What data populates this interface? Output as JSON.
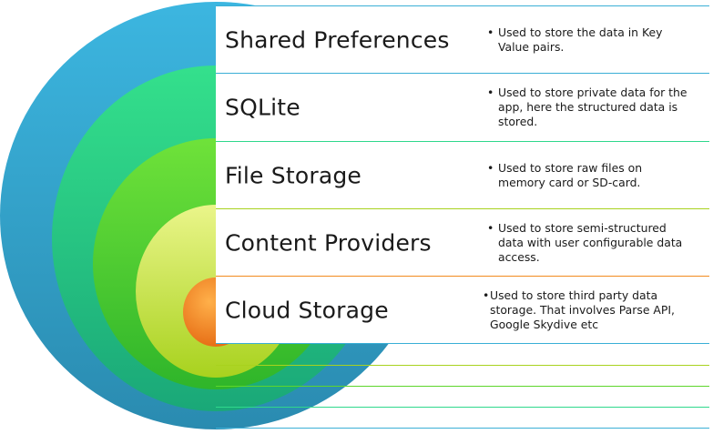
{
  "layers": [
    {
      "title": "Shared Preferences",
      "description": "Used to store the  data in Key Value pairs.",
      "color": "#3aafd6"
    },
    {
      "title": "SQLite",
      "description": "Used to store private data for the app, here the structured data is stored.",
      "color": "#2fd88c"
    },
    {
      "title": "File Storage",
      "description": "Used to store raw files on memory card or SD-card.",
      "color": "#5dd62c"
    },
    {
      "title": "Content Providers",
      "description": "Used to store semi-structured data with user configurable data access.",
      "color": "#c8e43a"
    },
    {
      "title": "Cloud Storage",
      "description": "Used to store third party data storage. That involves Parse API, Google Skydive etc",
      "color": "#f28a1e"
    }
  ]
}
